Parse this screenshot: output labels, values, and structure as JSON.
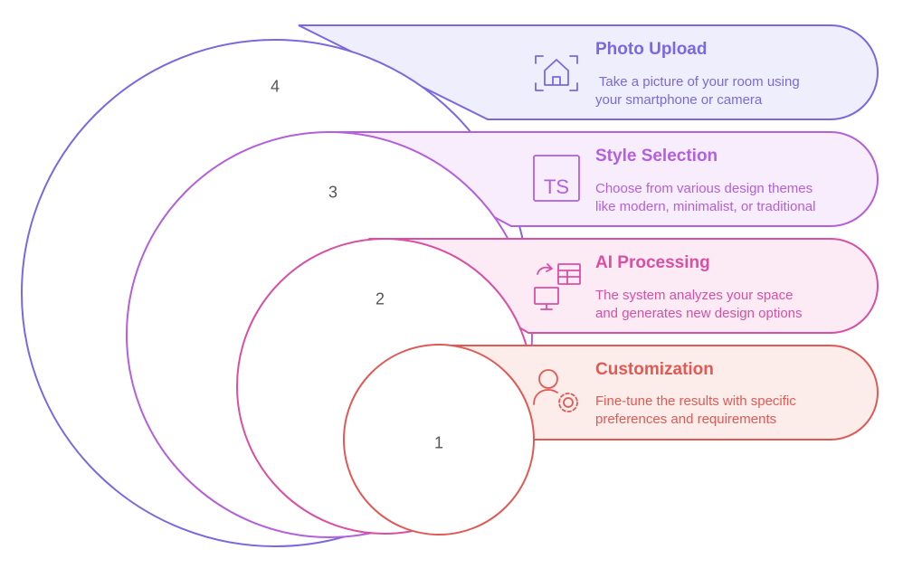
{
  "steps": [
    {
      "number": "4",
      "title": "Photo Upload",
      "desc_line1": " Take a picture of your room using",
      "desc_line2": "your smartphone or camera",
      "icon": "house-scan-icon",
      "color": "#7B68E0",
      "fill": "#EFEEFC"
    },
    {
      "number": "3",
      "title": "Style Selection",
      "desc_line1": "Choose from various design themes",
      "desc_line2": "like modern, minimalist, or traditional",
      "icon": "ts-box-icon",
      "color": "#B45FDC",
      "fill": "#F8EDFC"
    },
    {
      "number": "2",
      "title": "AI Processing",
      "desc_line1": "The system analyzes your space",
      "desc_line2": "and generates new design options",
      "icon": "monitor-table-sync-icon",
      "color": "#D94FA3",
      "fill": "#FCEBF4"
    },
    {
      "number": "1",
      "title": "Customization",
      "desc_line1": "Fine-tune the results with specific",
      "desc_line2": "preferences and requirements",
      "icon": "user-gear-icon",
      "color": "#E05A55",
      "fill": "#FCECEA"
    }
  ]
}
